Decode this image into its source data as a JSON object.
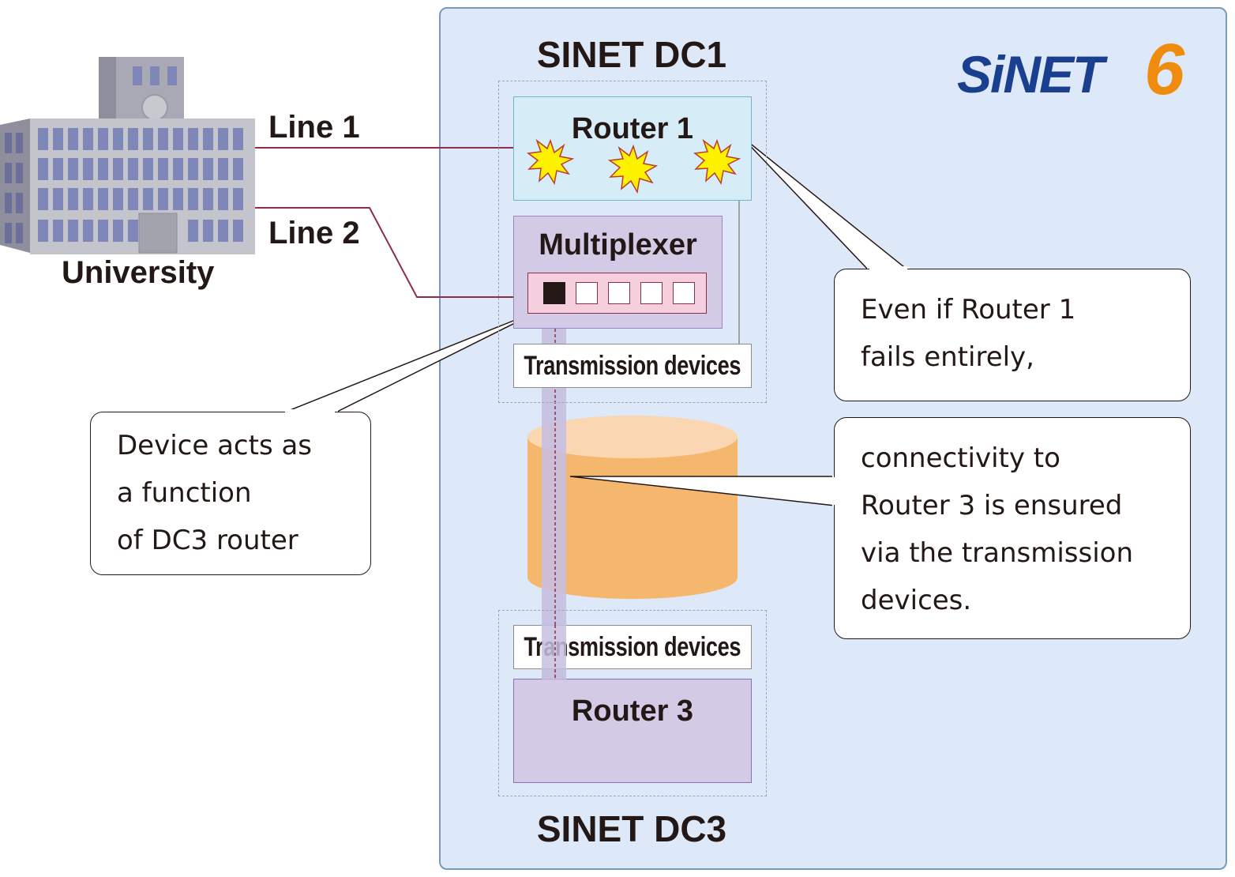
{
  "university": {
    "label": "University"
  },
  "lines": {
    "line1": "Line 1",
    "line2": "Line 2"
  },
  "dc1": {
    "title": "SINET DC1",
    "router_label": "Router 1",
    "mux_label": "Multiplexer",
    "transmission_label": "Transmission devices"
  },
  "dc3": {
    "title": "SINET DC3",
    "router_label": "Router 3",
    "transmission_label": "Transmission devices"
  },
  "logo": {
    "text": "SiNET",
    "six": "6"
  },
  "callouts": {
    "device": [
      "Device acts as",
      "a function",
      "of DC3 router"
    ],
    "router1": [
      "Even if Router 1",
      "fails entirely,"
    ],
    "connectivity": [
      "connectivity to",
      "Router 3 is ensured",
      "via the transmission",
      "devices."
    ]
  },
  "colors": {
    "panel": "#dde9f8",
    "router1": "#d6ecf7",
    "multiplexer": "#d3cbe5",
    "router3": "#d3cbe5",
    "fiber": "#f5b76e",
    "line": "#8b2e4a",
    "burst": "#fff200"
  }
}
